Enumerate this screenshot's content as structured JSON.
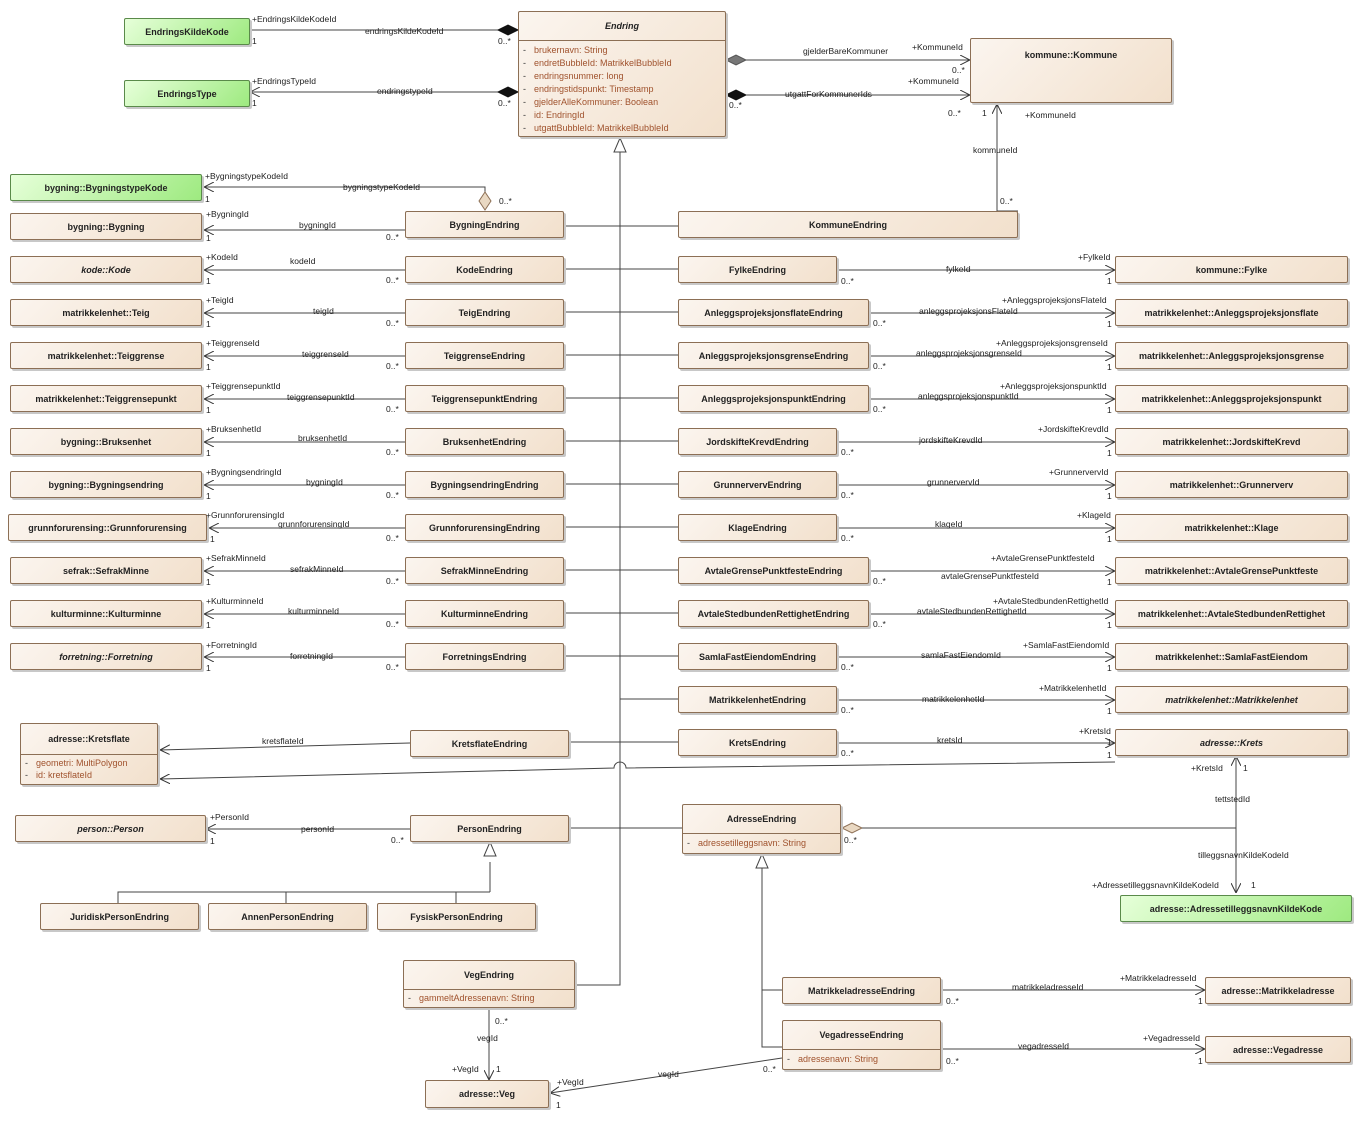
{
  "classes": {
    "endring": {
      "title": "Endring",
      "attributes": [
        "brukernavn: String",
        "endretBubbleId: MatrikkelBubbleId",
        "endringsnummer: long",
        "endringstidspunkt: Timestamp",
        "gjelderAlleKommuner: Boolean",
        "id: EndringId",
        "utgattBubbleId: MatrikkelBubbleId"
      ]
    },
    "endringskildekode": {
      "title": "EndringsKildeKode"
    },
    "endringstype": {
      "title": "EndringsType"
    },
    "kommune": {
      "title": "kommune::Kommune"
    },
    "bygningstypekode": {
      "title": "bygning::BygningstypeKode"
    },
    "bygning": {
      "title": "bygning::Bygning"
    },
    "kode": {
      "title": "kode::Kode"
    },
    "teig": {
      "title": "matrikkelenhet::Teig"
    },
    "teiggrense": {
      "title": "matrikkelenhet::Teiggrense"
    },
    "teiggrensepunkt": {
      "title": "matrikkelenhet::Teiggrensepunkt"
    },
    "bruksenhet": {
      "title": "bygning::Bruksenhet"
    },
    "bygningsendring": {
      "title": "bygning::Bygningsendring"
    },
    "grunnforurensing": {
      "title": "grunnforurensing::Grunnforurensing"
    },
    "sefrakminne": {
      "title": "sefrak::SefrakMinne"
    },
    "kulturminne": {
      "title": "kulturminne::Kulturminne"
    },
    "forretning": {
      "title": "forretning::Forretning"
    },
    "kretsflate": {
      "title": "adresse::Kretsflate",
      "attributes": [
        "geometri: MultiPolygon",
        "id: kretsflateId"
      ]
    },
    "person": {
      "title": "person::Person"
    },
    "bygningendring": {
      "title": "BygningEndring"
    },
    "kodeendring": {
      "title": "KodeEndring"
    },
    "teigendring": {
      "title": "TeigEndring"
    },
    "teiggrenseendring": {
      "title": "TeiggrenseEndring"
    },
    "teiggrensepunktendring": {
      "title": "TeiggrensepunktEndring"
    },
    "bruksenhetendring": {
      "title": "BruksenhetEndring"
    },
    "bygningsendringendring": {
      "title": "BygningsendringEndring"
    },
    "grunnforurensingendring": {
      "title": "GrunnforurensingEndring"
    },
    "sefrakminneendring": {
      "title": "SefrakMinneEndring"
    },
    "kulturminneendring": {
      "title": "KulturminneEndring"
    },
    "forretningsendring": {
      "title": "ForretningsEndring"
    },
    "kretsflateendring": {
      "title": "KretsflateEndring"
    },
    "personendring": {
      "title": "PersonEndring"
    },
    "juridiskpersonendring": {
      "title": "JuridiskPersonEndring"
    },
    "annenpersonendring": {
      "title": "AnnenPersonEndring"
    },
    "fysiskpersonendring": {
      "title": "FysiskPersonEndring"
    },
    "vegendring": {
      "title": "VegEndring",
      "attributes": [
        "gammeltAdressenavn: String"
      ]
    },
    "veg": {
      "title": "adresse::Veg"
    },
    "kommuneendring": {
      "title": "KommuneEndring"
    },
    "fylkeendring": {
      "title": "FylkeEndring"
    },
    "fylke": {
      "title": "kommune::Fylke"
    },
    "apfendring": {
      "title": "AnleggsprojeksjonsflateEndring"
    },
    "apf": {
      "title": "matrikkelenhet::Anleggsprojeksjonsflate"
    },
    "apgendring": {
      "title": "AnleggsprojeksjonsgrenseEndring"
    },
    "apg": {
      "title": "matrikkelenhet::Anleggsprojeksjonsgrense"
    },
    "appendring": {
      "title": "AnleggsprojeksjonspunktEndring"
    },
    "app": {
      "title": "matrikkelenhet::Anleggsprojeksjonspunkt"
    },
    "jkendring": {
      "title": "JordskifteKrevdEndring"
    },
    "jk": {
      "title": "matrikkelenhet::JordskifteKrevd"
    },
    "geendring": {
      "title": "GrunnervervEndring"
    },
    "ge": {
      "title": "matrikkelenhet::Grunnerverv"
    },
    "klageendring": {
      "title": "KlageEndring"
    },
    "klage": {
      "title": "matrikkelenhet::Klage"
    },
    "agpendring": {
      "title": "AvtaleGrensePunktfesteEndring"
    },
    "agp": {
      "title": "matrikkelenhet::AvtaleGrensePunktfeste"
    },
    "asrendring": {
      "title": "AvtaleStedbundenRettighetEndring"
    },
    "asr": {
      "title": "matrikkelenhet::AvtaleStedbundenRettighet"
    },
    "sfeendring": {
      "title": "SamlaFastEiendomEndring"
    },
    "sfe": {
      "title": "matrikkelenhet::SamlaFastEiendom"
    },
    "meendring": {
      "title": "MatrikkelenhetEndring"
    },
    "me": {
      "title": "matrikkelenhet::Matrikkelenhet"
    },
    "kretsendring": {
      "title": "KretsEndring"
    },
    "krets": {
      "title": "adresse::Krets"
    },
    "adresseendring": {
      "title": "AdresseEndring",
      "attributes": [
        "adressetilleggsnavn: String"
      ]
    },
    "atnkk": {
      "title": "adresse::AdressetilleggsnavnKildeKode"
    },
    "maendring": {
      "title": "MatrikkeladresseEndring"
    },
    "ma": {
      "title": "adresse::Matrikkeladresse"
    },
    "vaendring": {
      "title": "VegadresseEndring",
      "attributes": [
        "adressenavn: String"
      ]
    },
    "va": {
      "title": "adresse::Vegadresse"
    }
  },
  "labels": {
    "l0": "+EndringsKildeKodeId",
    "l1": "1",
    "l2": "endringsKildeKodeId",
    "l3": "0..*",
    "l4": "+EndringsTypeId",
    "l5": "1",
    "l6": "endringstypeId",
    "l7": "0..*",
    "l8": "gjelderBareKommuner",
    "l9": "+KommuneId",
    "l10": "0..*",
    "l11": "utgattForKommunerIds",
    "l12": "+KommuneId",
    "l13": "0..*",
    "l14": "0..*",
    "l15": "1",
    "l16": "+KommuneId",
    "l17": "kommuneId",
    "l18": "0..*",
    "l19": "+BygningstypeKodeId",
    "l20": "1",
    "l21": "bygningstypeKodeId",
    "l22": "0..*",
    "l23": "+BygningId",
    "l24": "1",
    "l25": "bygningId",
    "l26": "0..*",
    "l27": "+KodeId",
    "l28": "1",
    "l29": "kodeId",
    "l30": "0..*",
    "l31": "+TeigId",
    "l32": "1",
    "l33": "teigId",
    "l34": "0..*",
    "l35": "+TeiggrenseId",
    "l36": "1",
    "l37": "teiggrenseId",
    "l38": "0..*",
    "l39": "+TeiggrensepunktId",
    "l40": "1",
    "l41": "teiggrensepunktId",
    "l42": "0..*",
    "l43": "+BruksenhetId",
    "l44": "1",
    "l45": "bruksenhetId",
    "l46": "0..*",
    "l47": "+BygningsendringId",
    "l48": "1",
    "l49": "bygningId",
    "l50": "0..*",
    "l51": "+GrunnforurensingId",
    "l52": "1",
    "l53": "grunnforurensingId",
    "l54": "0..*",
    "l55": "+SefrakMinneId",
    "l56": "1",
    "l57": "sefrakMinneId",
    "l58": "0..*",
    "l59": "+KulturminneId",
    "l60": "1",
    "l61": "kulturminneId",
    "l62": "0..*",
    "l63": "+ForretningId",
    "l64": "1",
    "l65": "forretningId",
    "l66": "0..*",
    "l67": "kretsflateId",
    "l68": "+PersonId",
    "l69": "1",
    "l70": "personId",
    "l71": "0..*",
    "l72": "0..*",
    "l73": "vegId",
    "l74": "+VegId",
    "l75": "1",
    "l76": "+VegId",
    "l77": "1",
    "l78": "vegId",
    "l79": "0..*",
    "l80": "fylkeId",
    "l81": "0..*",
    "l82": "+FylkeId",
    "l83": "1",
    "l84": "anleggsprojeksjonsFlateId",
    "l85": "0..*",
    "l86": "+AnleggsprojeksjonsFlateId",
    "l87": "1",
    "l88": "anleggsprojeksjonsgrenseId",
    "l89": "0..*",
    "l90": "+AnleggsprojeksjonsgrenseId",
    "l91": "1",
    "l92": "anleggsprojeksjonspunktId",
    "l93": "0..*",
    "l94": "+AnleggsprojeksjonspunktId",
    "l95": "1",
    "l96": "jordskifteKrevdId",
    "l97": "0..*",
    "l98": "+JordskifteKrevdId",
    "l99": "1",
    "l100": "grunnervervId",
    "l101": "0..*",
    "l102": "+GrunnervervId",
    "l103": "1",
    "l104": "klageId",
    "l105": "0..*",
    "l106": "+KlageId",
    "l107": "1",
    "l108": "avtaleGrensePunktfesteId",
    "l109": "0..*",
    "l110": "+AvtaleGrensePunktfesteId",
    "l111": "1",
    "l112": "avtaleStedbundenRettighetId",
    "l113": "0..*",
    "l114": "+AvtaleStedbundenRettighetId",
    "l115": "1",
    "l116": "samlaFastEiendomId",
    "l117": "0..*",
    "l118": "+SamlaFastEiendomId",
    "l119": "1",
    "l120": "matrikkelenhetId",
    "l121": "0..*",
    "l122": "+MatrikkelenhetId",
    "l123": "1",
    "l124": "kretsId",
    "l125": "0..*",
    "l126": "+KretsId",
    "l127": "1",
    "l128": "1",
    "l129": "+KretsId",
    "l130": "1",
    "l131": "tettstedId",
    "l132": "0..*",
    "l133": "tilleggsnavnKildeKodeId",
    "l134": "+AdressetilleggsnavnKildeKodeId",
    "l135": "1",
    "l136": "matrikkeladresseId",
    "l137": "0..*",
    "l138": "+MatrikkeladresseId",
    "l139": "1",
    "l140": "vegadresseId",
    "l141": "0..*",
    "l142": "+VegadresseId",
    "l143": "1"
  }
}
